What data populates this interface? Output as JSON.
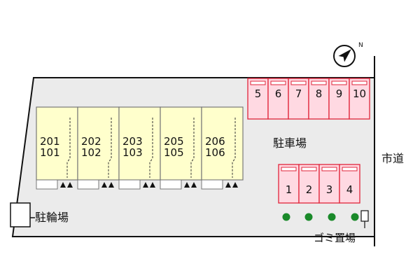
{
  "colors": {
    "lot": "#ebebeb",
    "unit_fill": "#ffffcc",
    "unit_border": "#777777",
    "parking_fill": "#ffd9e2",
    "parking_border": "#e0243a",
    "tree": "#1a8a2a",
    "line": "#111111"
  },
  "icons": {
    "compass": "north-arrow-icon",
    "entrance": "entrance-triangle-icon",
    "tree": "tree-icon",
    "garbage": "garbage-box-icon"
  },
  "compass": {
    "label": "N"
  },
  "units": [
    {
      "upper": "201",
      "lower": "101"
    },
    {
      "upper": "202",
      "lower": "102"
    },
    {
      "upper": "203",
      "lower": "103"
    },
    {
      "upper": "205",
      "lower": "105"
    },
    {
      "upper": "206",
      "lower": "106"
    }
  ],
  "parking_top": [
    "5",
    "6",
    "7",
    "8",
    "9",
    "10"
  ],
  "parking_bottom": [
    "1",
    "2",
    "3",
    "4"
  ],
  "labels": {
    "parking": "駐車場",
    "bicycle": "駐輪場",
    "road": "市道",
    "garbage": "ゴミ置場"
  }
}
